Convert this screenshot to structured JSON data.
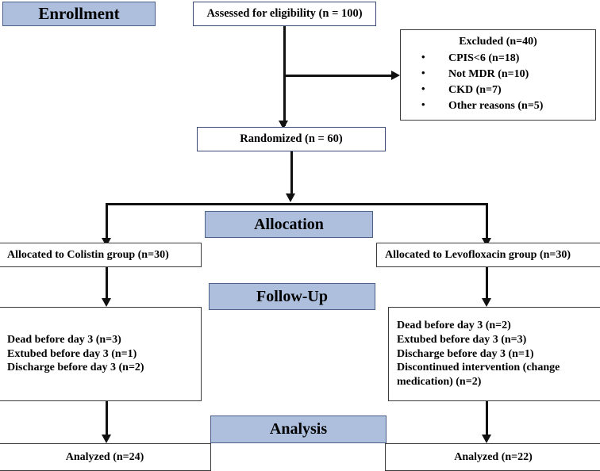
{
  "diagram": {
    "title": "CONSORT participant flow diagram",
    "accent_banner_fill": "#aebfdd",
    "accent_banner_border": "#4c5f86",
    "box_border": "#3b3b3b",
    "box_border_navy": "#3a4a73",
    "connector_color": "#111111"
  },
  "stages": {
    "enrollment": "Enrollment",
    "allocation": "Allocation",
    "followup": "Follow-Up",
    "analysis": "Analysis"
  },
  "enrollment": {
    "assessed": "Assessed for eligibility (n = 100)",
    "randomized": "Randomized (n = 60)",
    "excluded": {
      "header": "Excluded (n=40)",
      "reasons": [
        "CPIS<6 (n=18)",
        "Not MDR (n=10)",
        "CKD (n=7)",
        "Other reasons (n=5)"
      ]
    }
  },
  "allocation": {
    "left": "Allocated to Colistin group (n=30)",
    "right": "Allocated to Levofloxacin group (n=30)"
  },
  "followup": {
    "left": [
      "Dead before day 3 (n=3)",
      "Extubed before day 3 (n=1)",
      "Discharge before day 3 (n=2)"
    ],
    "right": [
      "Dead before day 3 (n=2)",
      "Extubed before day 3 (n=3)",
      "Discharge before day 3 (n=1)",
      "Discontinued intervention (change",
      "medication) (n=2)"
    ]
  },
  "analysis": {
    "left": "Analyzed (n=24)",
    "right": "Analyzed (n=22)"
  }
}
